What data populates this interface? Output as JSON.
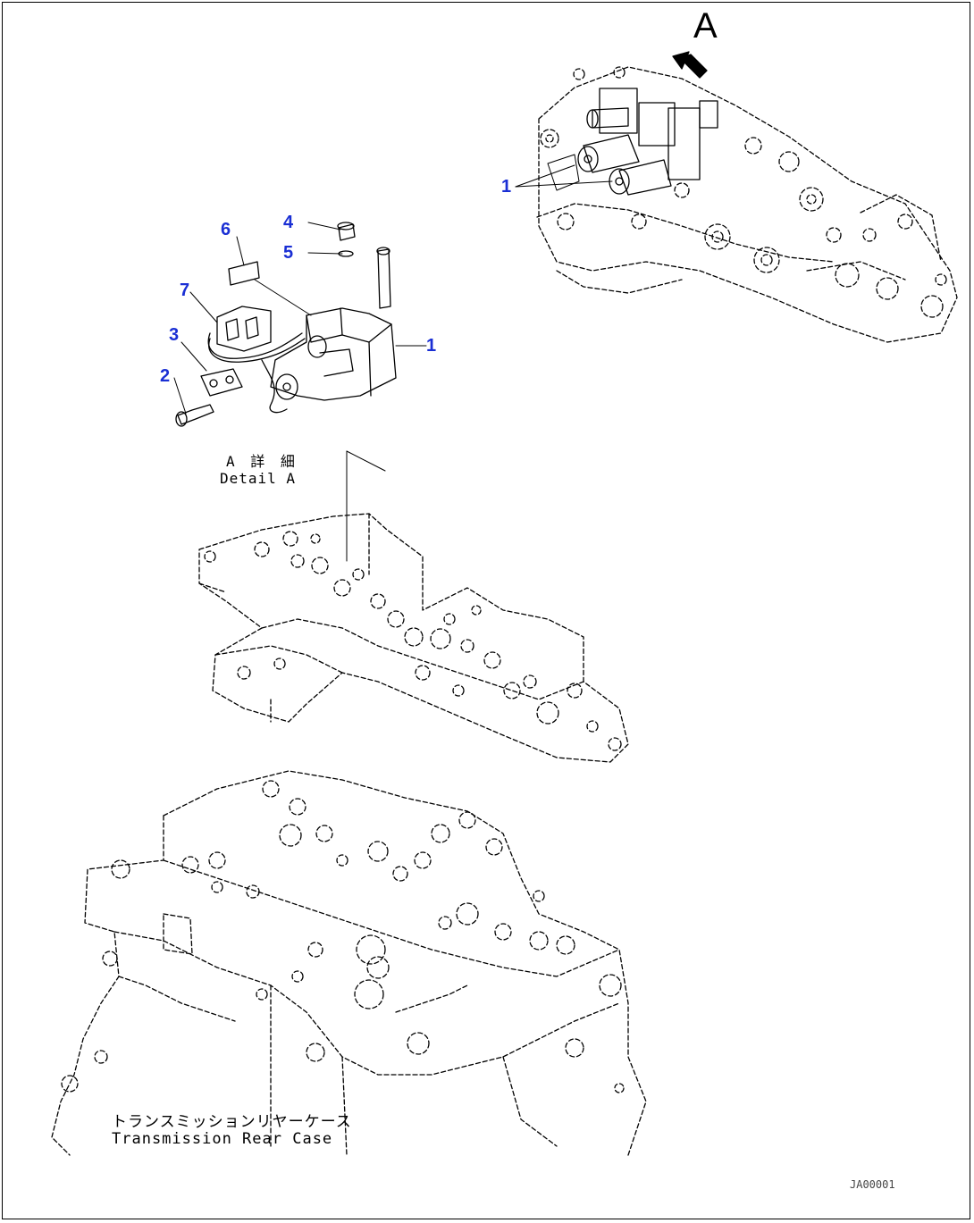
{
  "colors": {
    "callout": "#1a2fd4",
    "line": "#000000"
  },
  "view": {
    "letter": "A"
  },
  "callouts": [
    {
      "id": "c1a",
      "number": "1"
    },
    {
      "id": "c1b",
      "number": "1"
    },
    {
      "id": "c2",
      "number": "2"
    },
    {
      "id": "c3",
      "number": "3"
    },
    {
      "id": "c4",
      "number": "4"
    },
    {
      "id": "c5",
      "number": "5"
    },
    {
      "id": "c6",
      "number": "6"
    },
    {
      "id": "c7",
      "number": "7"
    }
  ],
  "detail": {
    "label_jp": "A 詳 細",
    "label_en": "Detail A"
  },
  "rear_case": {
    "label_jp": "トランスミッションリヤーケース",
    "label_en": "Transmission Rear Case"
  },
  "drawing_code": "JA00001"
}
